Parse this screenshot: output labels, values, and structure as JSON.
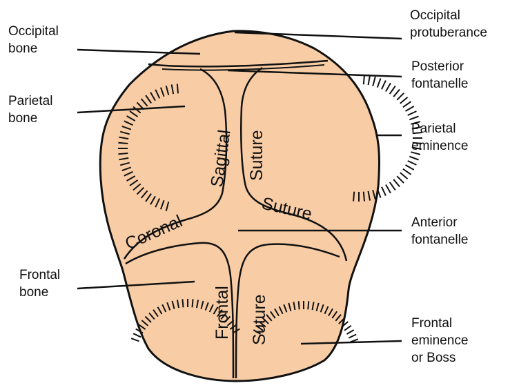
{
  "colors": {
    "skull_fill": "#f8cda6",
    "outline": "#111111",
    "background": "#ffffff"
  },
  "labels": {
    "occipital_bone": "Occipital\nbone",
    "parietal_bone": "Parietal\nbone",
    "frontal_bone": "Frontal\nbone",
    "occipital_protuberance": "Occipital\nprotuberance",
    "posterior_fontanelle": "Posterior\nfontanelle",
    "parietal_eminence": "Parietal\neminence",
    "anterior_fontanelle": "Anterior\nfontanelle",
    "frontal_eminence": "Frontal\neminence\nor Boss"
  },
  "suture_text": {
    "sagittal": "Sagittal",
    "suture_vertical_upper": "Suture",
    "suture_oblique": "Suture",
    "coronal": "Coronal",
    "frontal": "Frontal",
    "suture_vertical_lower": "Suture"
  }
}
